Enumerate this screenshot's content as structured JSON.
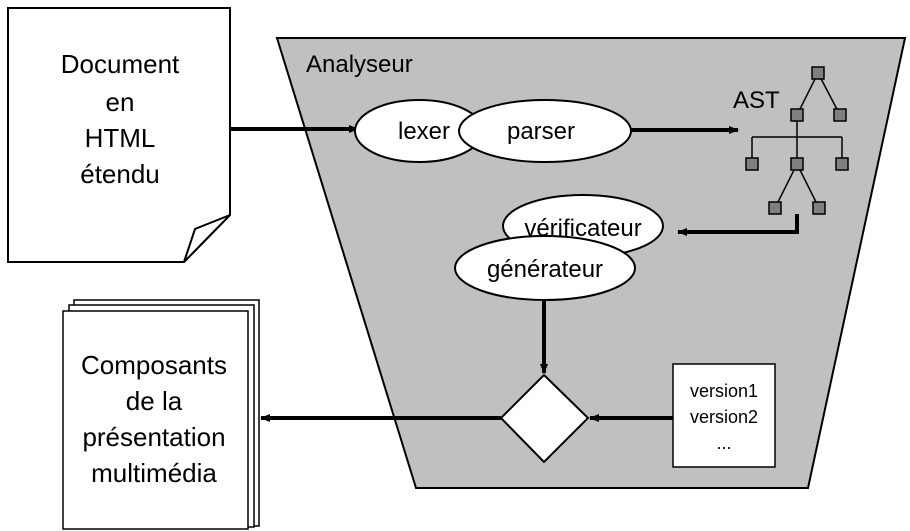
{
  "analyzer": {
    "title": "Analyseur",
    "fill": "#c0c0c0",
    "stroke": "#000000"
  },
  "input_document": {
    "lines": [
      "Document",
      "en",
      "HTML",
      "étendu"
    ]
  },
  "output_document": {
    "lines": [
      "Composants",
      "de la",
      "présentation",
      "multimédia"
    ]
  },
  "nodes": {
    "lexer": "lexer",
    "parser": "parser",
    "verificateur": "vérificateur",
    "generateur": "générateur"
  },
  "ast": {
    "label": "AST",
    "node_fill": "#808080"
  },
  "versions_box": {
    "lines": [
      "version1",
      "version2",
      "..."
    ]
  }
}
